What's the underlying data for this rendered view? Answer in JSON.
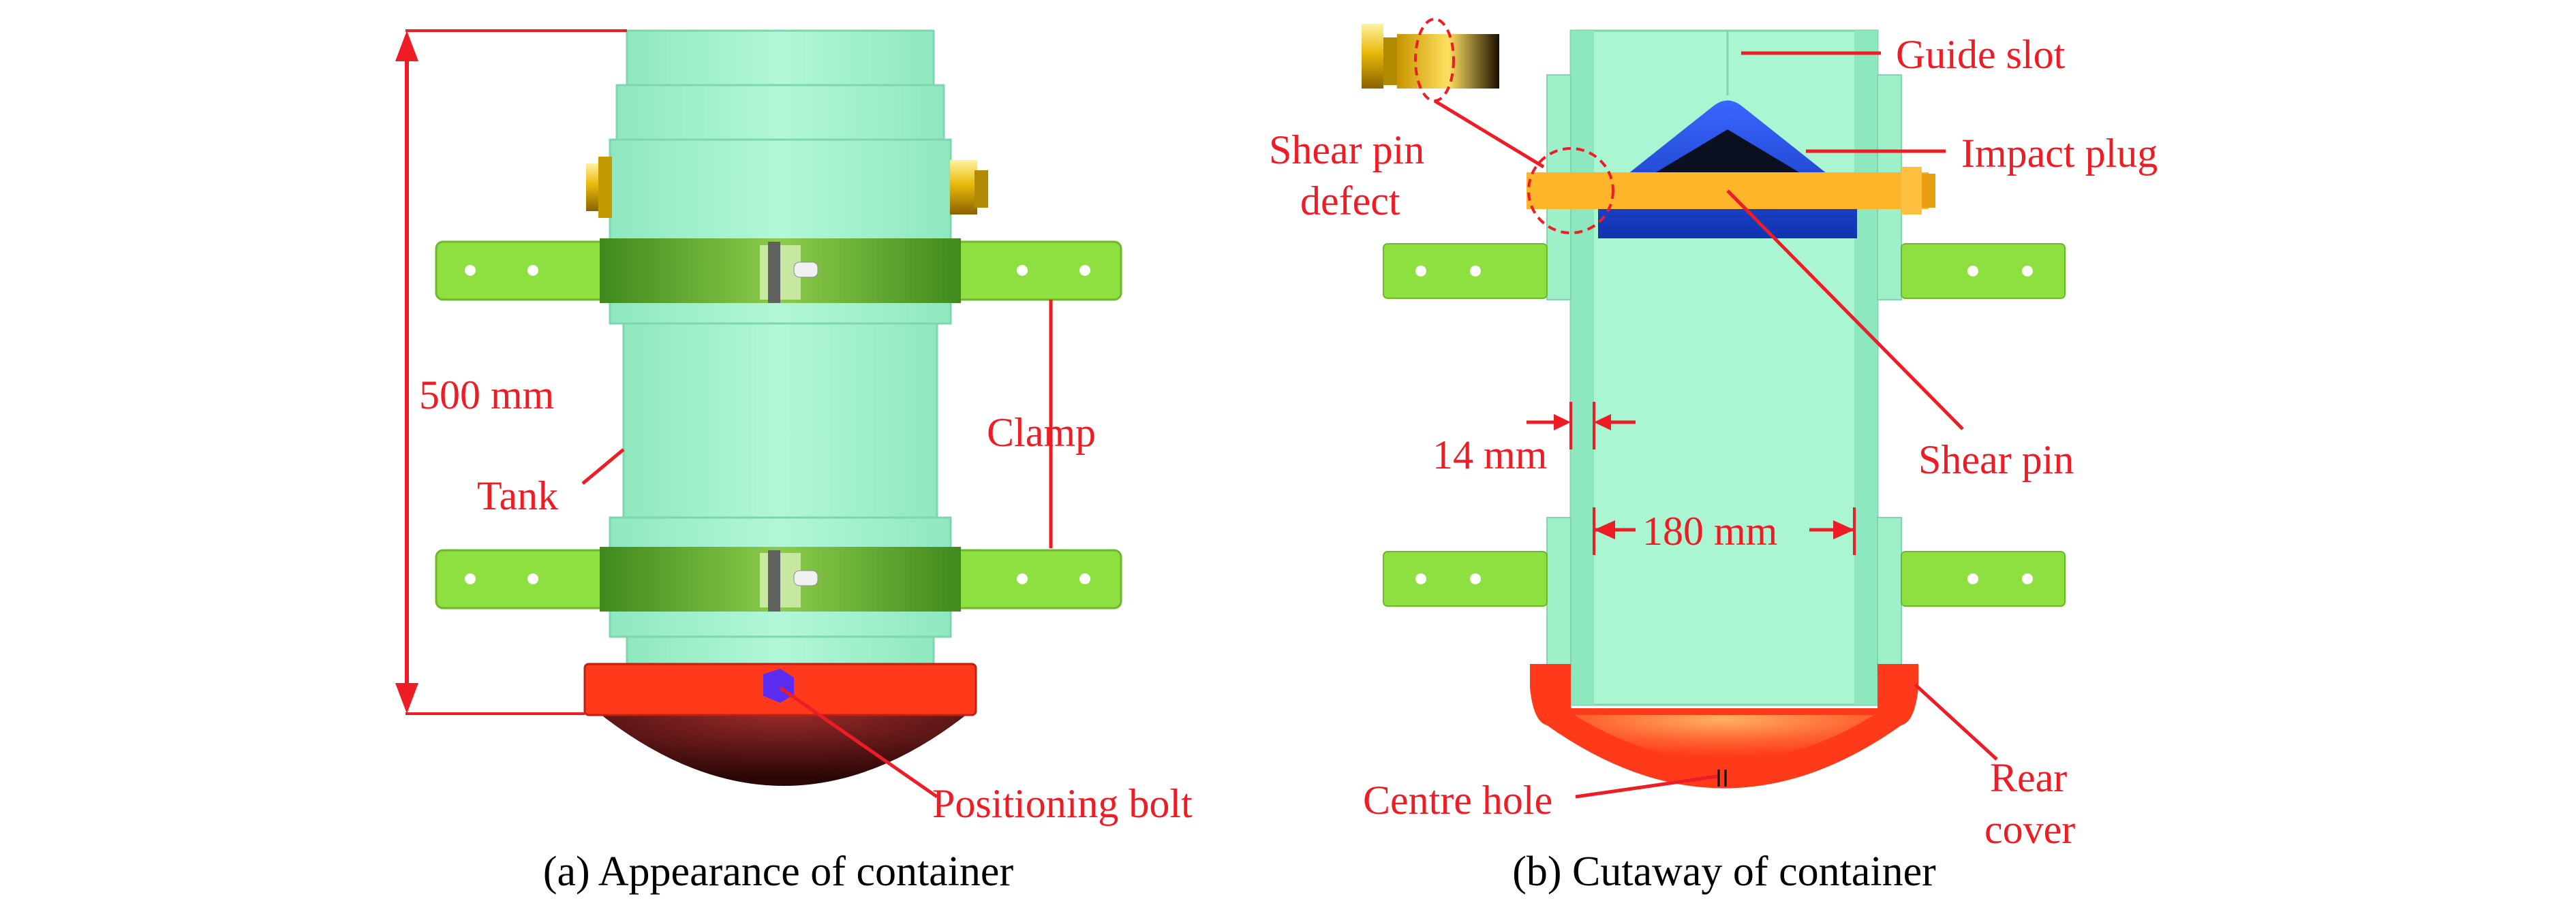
{
  "colors": {
    "tank_light": "#aaf5d2",
    "tank_mid": "#8ee8bf",
    "tank_dark": "#6fcfa3",
    "clamp": "#8ee040",
    "clamp_band": "#5fa02a",
    "cover_red": "#ff3a1a",
    "cover_dark": "#4a0e0e",
    "shear_pin": "#ffb52a",
    "impact_plug": "#2450e0",
    "bolt_blue": "#5a2cf0",
    "gold": "#e0b010",
    "annotation": "#ee1c24"
  },
  "panel_a": {
    "caption": "(a) Appearance of container",
    "height_label": "500 mm",
    "labels": {
      "tank": "Tank",
      "clamp": "Clamp",
      "positioning_bolt": "Positioning bolt"
    }
  },
  "panel_b": {
    "caption": "(b) Cutaway of container",
    "labels": {
      "guide_slot": "Guide slot",
      "impact_plug": "Impact plug",
      "shear_pin_defect_1": "Shear pin",
      "shear_pin_defect_2": "defect",
      "shear_pin": "Shear pin",
      "wall": "14 mm",
      "diameter": "180 mm",
      "centre_hole": "Centre hole",
      "rear_cover_1": "Rear",
      "rear_cover_2": "cover"
    }
  }
}
